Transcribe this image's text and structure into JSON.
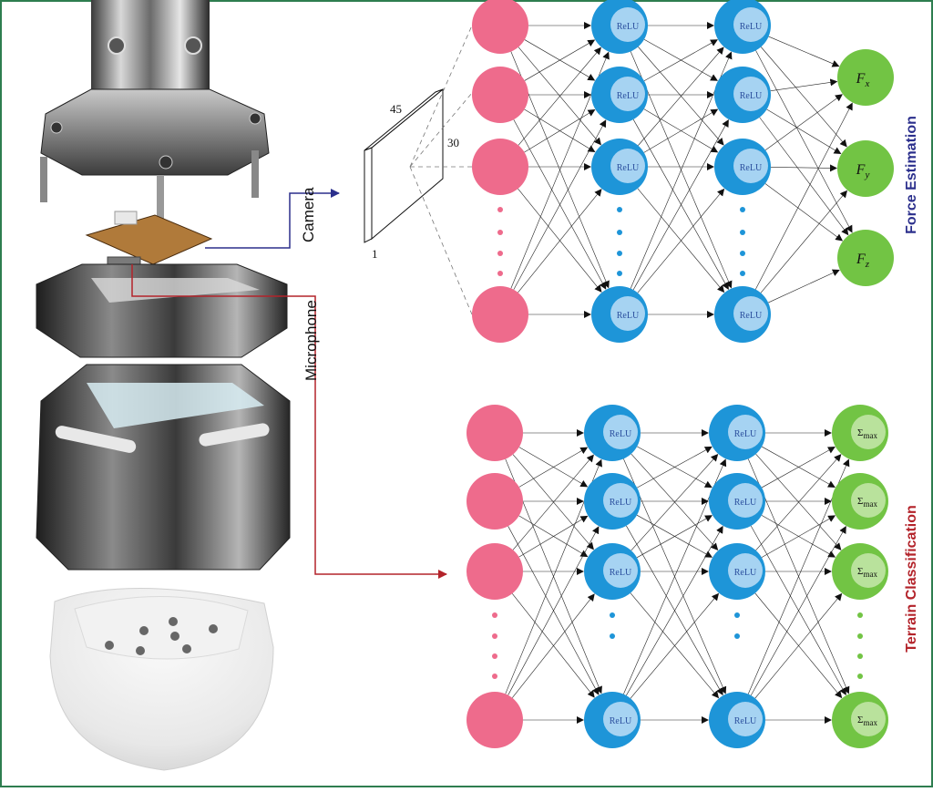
{
  "labels": {
    "camera": "Camera",
    "microphone": "Microphone",
    "force_estimation": "Force Estimation",
    "terrain_classification": "Terrain Classification"
  },
  "image_dims": {
    "width": "45",
    "height": "30",
    "depth": "1"
  },
  "networks": [
    {
      "name": "force",
      "hidden_label": "ReLU",
      "outputs": [
        "F",
        "F",
        "F"
      ],
      "output_subs": [
        "x",
        "y",
        "z"
      ]
    },
    {
      "name": "terrain",
      "hidden_label": "ReLU",
      "outputs": [
        "Σ",
        "Σ",
        "Σ",
        "Σ"
      ],
      "output_subs": [
        "max",
        "max",
        "max",
        "max"
      ]
    }
  ],
  "colors": {
    "input_node": "#ee6b8c",
    "hidden_node": "#1e95d8",
    "hidden_inner": "#a6d3f2",
    "output_node": "#72c444",
    "output_inner": "#b9e29c",
    "camera_arrow": "#2b2f8c",
    "microphone_arrow": "#b3232a",
    "force_label": "#2b2f8c",
    "terrain_label": "#b3232a",
    "frame_border": "#2e7d4f"
  }
}
